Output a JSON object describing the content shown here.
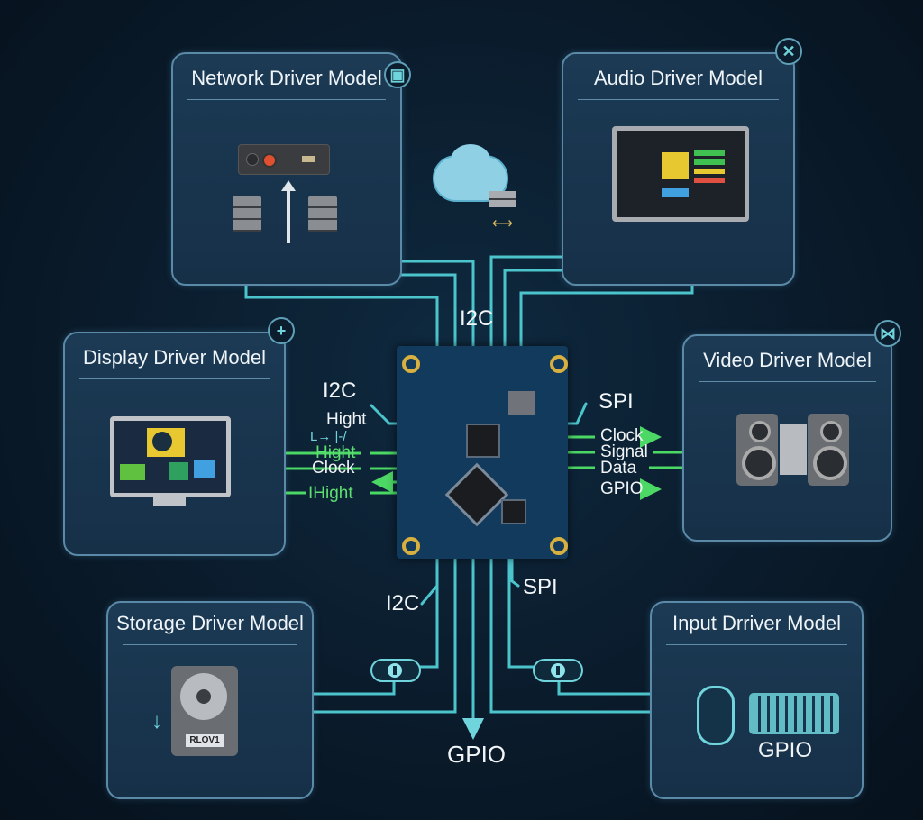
{
  "panels": {
    "network": {
      "title": "Network Driver Model",
      "badge_icon": "save-icon"
    },
    "audio": {
      "title": "Audio Driver Model",
      "badge_icon": "close-icon"
    },
    "display": {
      "title": "Display Driver Model",
      "badge_icon": "plus-icon"
    },
    "video": {
      "title": "Video Driver Model",
      "badge_icon": "bowtie-icon"
    },
    "storage": {
      "title": "Storage Driver Model",
      "hdd_label": "RLOV1"
    },
    "input": {
      "title": "Input  Drriver Model",
      "bus_label": "GPIO"
    }
  },
  "bus_labels": {
    "top": "I2C",
    "left_i2c": "I2C",
    "right_spi": "SPI",
    "bottom_i2c": "I2C",
    "bottom_spi": "SPI",
    "bottom_gpio": "GPIO"
  },
  "left_signals": [
    "Hight",
    "L→  |-/",
    "Hight",
    "Clock",
    "IHight"
  ],
  "right_signals": [
    "Clock",
    "Signal",
    "Data",
    "GPIO"
  ],
  "colors": {
    "wire": "#4cc4cc",
    "signal_green": "#4cd864",
    "panel_border": "#5a8aa8",
    "board": "#123a5c",
    "background": "#0a1b2b"
  }
}
